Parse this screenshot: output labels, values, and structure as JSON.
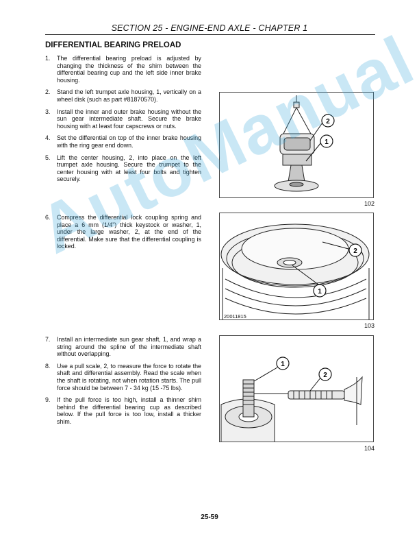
{
  "header": {
    "title": "SECTION 25 - ENGINE-END AXLE - CHAPTER 1"
  },
  "section_title": "DIFFERENTIAL BEARING PRELOAD",
  "steps_group1": [
    {
      "num": "1.",
      "text": "The differential bearing preload is adjusted by changing the thickness of the shim between the differential bearing cup and the left side inner brake housing."
    },
    {
      "num": "2.",
      "text": "Stand the left trumpet axle housing, 1, vertically on a wheel disk (such as part #81870570)."
    },
    {
      "num": "3.",
      "text": "Install the inner and outer brake housing without the sun gear intermediate shaft. Secure the brake housing with at least four capscrews or nuts."
    },
    {
      "num": "4.",
      "text": "Set the differential on top of the inner brake housing with the ring gear end down."
    },
    {
      "num": "5.",
      "text": "Lift the center housing, 2, into place on the left trumpet axle housing. Secure the trumpet to the center housing with at least four bolts and tighten securely."
    }
  ],
  "steps_group2": [
    {
      "num": "6.",
      "text": "Compress the differential lock coupling spring and place a 6 mm (1/4”) thick keystock or washer, 1, under the large washer, 2, at the end of the differential. Make sure that the differential coupling is locked."
    }
  ],
  "steps_group3": [
    {
      "num": "7.",
      "text": "Install an intermediate sun gear shaft, 1, and wrap a string around the spline of the intermediate shaft without overlapping."
    },
    {
      "num": "8.",
      "text": "Use a pull scale, 2, to measure the force to rotate the shaft and differential assembly. Read the scale when the shaft is rotating, not when rotation starts. The pull force should be between 7 - 34 kg (15 -75 lbs)."
    },
    {
      "num": "9.",
      "text": "If the pull force is too high, install a thinner shim behind the differential bearing cup as described below. If the pull force is too low, install a thicker shim."
    }
  ],
  "figures": [
    {
      "number": "102",
      "callouts": [
        "2",
        "1"
      ]
    },
    {
      "number": "103",
      "code": "20011815",
      "callouts": [
        "2",
        "1"
      ]
    },
    {
      "number": "104",
      "callouts": [
        "1",
        "2"
      ]
    }
  ],
  "watermark": "AutoManual",
  "page_number": "25-59"
}
